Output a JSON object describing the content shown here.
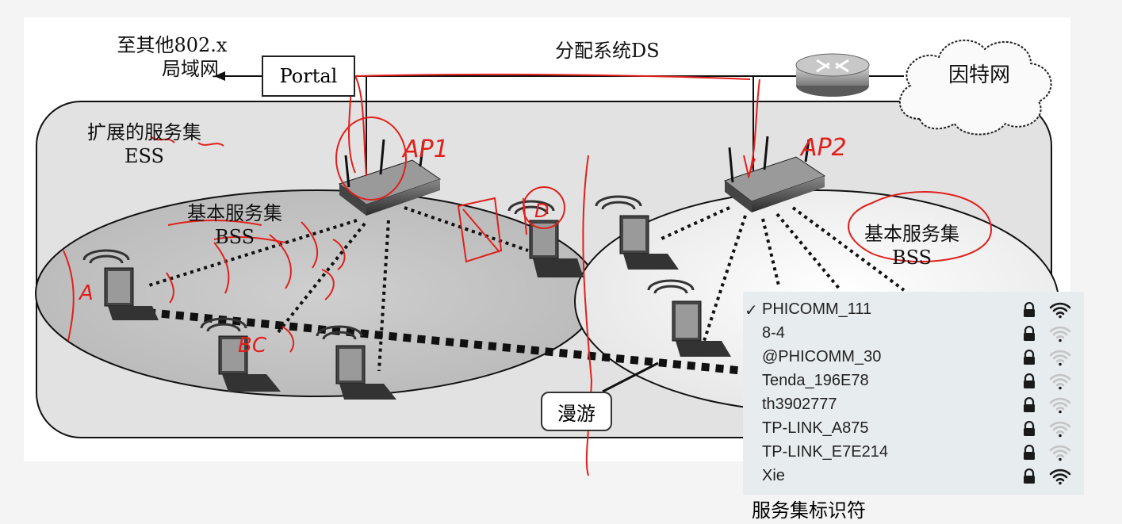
{
  "labels": {
    "other_lan_line1": "至其他802.x",
    "other_lan_line2": "局域网",
    "portal": "Portal",
    "ds": "分配系统DS",
    "internet": "因特网",
    "ess_line1": "扩展的服务集",
    "ess_line2": "ESS",
    "bss1_line1": "基本服务集",
    "bss1_line2": "BSS",
    "bss2_line1": "基本服务集",
    "bss2_line2": "BSS",
    "roaming": "漫游",
    "ssid_caption": "服务集标识符"
  },
  "annotations": {
    "ap1": "AP1",
    "ap2": "AP2",
    "station_a": "A",
    "station_bc": "BC",
    "station_d": "D",
    "ink_color": "#e0201c"
  },
  "wifi_list": [
    {
      "name": "PHICOMM_111",
      "checked": true,
      "strength": "strong"
    },
    {
      "name": "8-4",
      "checked": false,
      "strength": "weak"
    },
    {
      "name": "@PHICOMM_30",
      "checked": false,
      "strength": "weak"
    },
    {
      "name": "Tenda_196E78",
      "checked": false,
      "strength": "weak"
    },
    {
      "name": "th3902777",
      "checked": false,
      "strength": "weak"
    },
    {
      "name": "TP-LINK_A875",
      "checked": false,
      "strength": "weak"
    },
    {
      "name": "TP-LINK_E7E214",
      "checked": false,
      "strength": "weak"
    },
    {
      "name": "Xie",
      "checked": false,
      "strength": "strong"
    }
  ],
  "icons": {
    "checkmark": "checkmark-icon",
    "lock": "lock-icon",
    "wifi": "wifi-icon",
    "router": "router-icon",
    "cloud": "cloud-icon",
    "laptop": "laptop-icon",
    "access_point": "access-point-icon"
  }
}
